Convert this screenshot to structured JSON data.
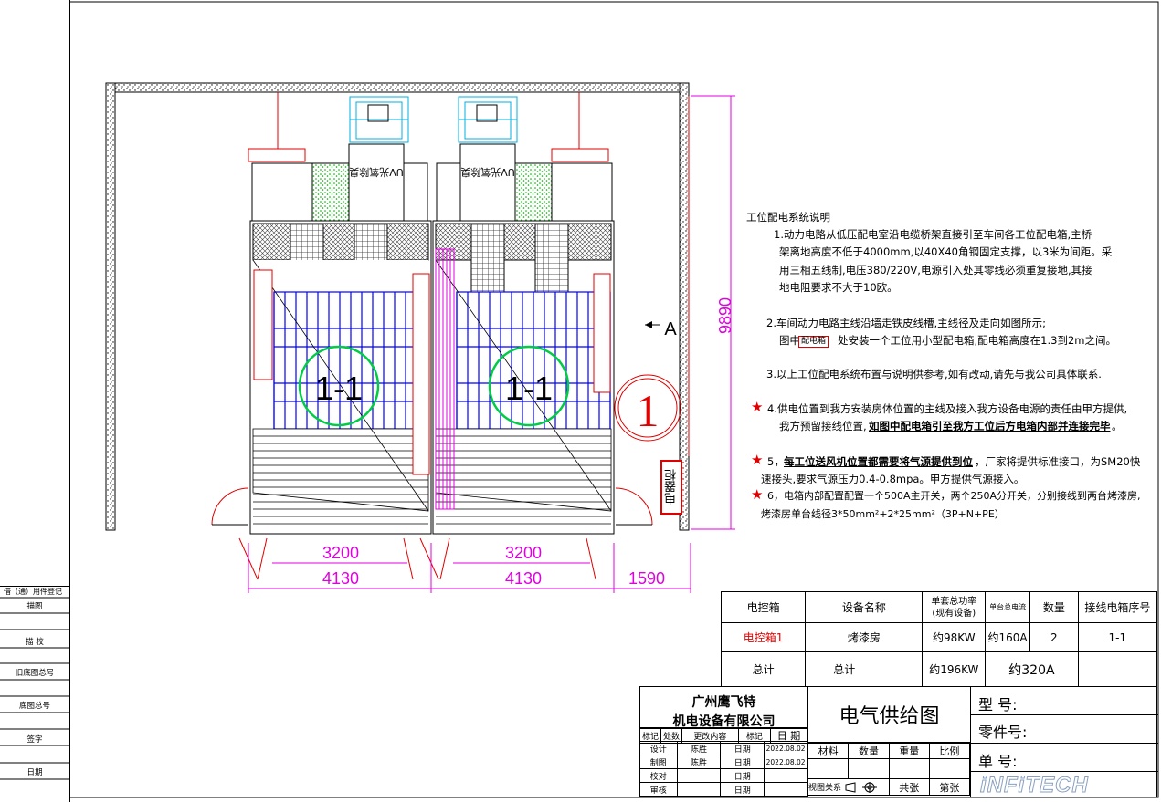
{
  "side_strip": {
    "rows": [
      "借（通）用件登记",
      "描图",
      "描  校",
      "旧底图总号",
      "底图总号",
      "签字",
      "日期"
    ]
  },
  "plan": {
    "booth_labels": [
      "1-1",
      "1-1"
    ],
    "equipment_labels": [
      "UV光氧除臭",
      "UV光氧除臭"
    ],
    "section_mark": "A",
    "circle_number": "1",
    "panel_label": "电器柜",
    "dims": {
      "height": "9890",
      "inner_1": "3200",
      "inner_2": "3200",
      "outer_1": "4130",
      "outer_2": "4130",
      "gap": "1590"
    }
  },
  "notes": {
    "title": "工位配电系统说明",
    "n1": [
      "1.动力电路从低压配电室沿电缆桥架直接引至车间各工位配电箱,主桥",
      "架离地高度不低于4000mm,以40X40角钢固定支撑，以3米为间距。采",
      "用三相五线制,电压380/220V,电源引入处其零线必须重复接地,其接",
      "地电阻要求不大于10欧。"
    ],
    "n2": [
      "2.车间动力电路主线沿墙走铁皮线槽,主线径及走向如图所示;",
      "图中",
      "处安装一个工位用小型配电箱,配电箱高度在1.3到2m之间。"
    ],
    "n2_box": "配电箱",
    "n3": "3.以上工位配电系统布置与说明供参考,如有改动,请先与我公司具体联系.",
    "star": "★",
    "n4": [
      "4.供电位置到我方安装房体位置的主线及接入我方设备电源的责任由甲方提供,",
      "我方预留接线位置,",
      "如图中配电箱引至我方工位后方电箱内部并连接完毕",
      "。"
    ],
    "n5": [
      "5，",
      "每工位送风机位置都需要将气源提供到位",
      "，厂家将提供标准接口，为SM20快",
      "速接头,要求气源压力0.4-0.8mpa。甲方提供气源接入。"
    ],
    "n6": [
      "6，电箱内部配置配置一个500A主开关，两个250A分开关，分别接线到两台烤漆房,",
      "烤漆房单台线径3*50mm²+2*25mm²（3P+N+PE）"
    ]
  },
  "summary_table": {
    "headers": [
      "电控箱",
      "设备名称",
      "单套总功率\n(现有设备)",
      "单台总电流",
      "数量",
      "接线电箱序号"
    ],
    "row1": [
      "电控箱1",
      "烤漆房",
      "约98KW",
      "约160A",
      "2",
      "1-1"
    ],
    "row2": [
      "总计",
      "总计",
      "约196KW",
      "约320A",
      "",
      ""
    ]
  },
  "title_block": {
    "company_line1": "广州鹰飞特",
    "company_line2": "机电设备有限公司",
    "drawing_title": "电气供给图",
    "type_label": "型  号:",
    "part_label": "零件号:",
    "unit_label": "单  号:",
    "rev_headers": [
      "标记",
      "处数",
      "更改内容",
      "标记",
      "日 期"
    ],
    "people": [
      {
        "role": "设计",
        "name": "陈胜",
        "date_label": "日期",
        "date": "2022.08.02"
      },
      {
        "role": "制图",
        "name": "陈胜",
        "date_label": "日期",
        "date": "2022.08.02"
      },
      {
        "role": "校对",
        "name": "",
        "date_label": "日期",
        "date": ""
      },
      {
        "role": "审核",
        "name": "",
        "date_label": "日期",
        "date": ""
      }
    ],
    "prop_headers": [
      "材料",
      "数量",
      "重量",
      "比例"
    ],
    "view_label": "视图关系",
    "total_sheets": "共张",
    "sheet_no": "第张",
    "logo": "iNFiTECH"
  },
  "colors": {
    "blue": "#0000ff",
    "magenta": "#e000e0",
    "red": "#e00000",
    "green": "#00cc44",
    "cyan": "#00b0e0"
  }
}
